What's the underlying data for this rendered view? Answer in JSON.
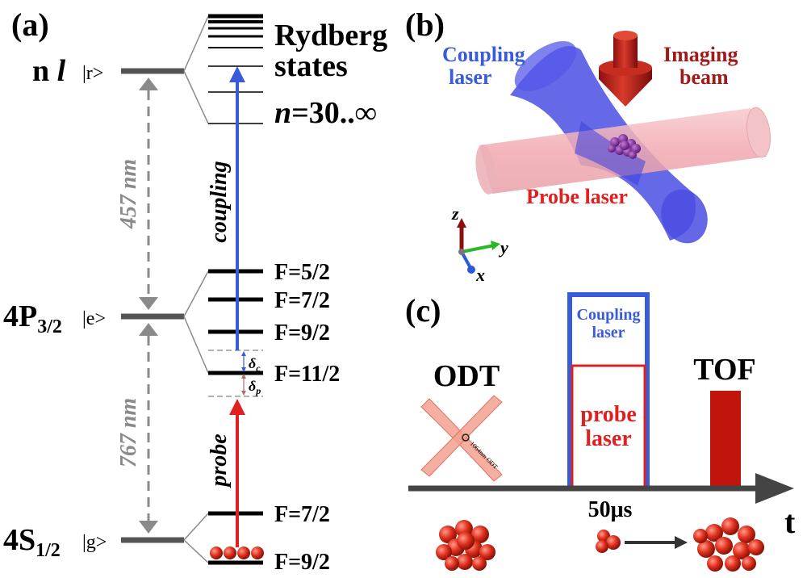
{
  "panel_a": {
    "label": "(a)",
    "rydberg_label_1": "Rydberg",
    "rydberg_label_2": "states",
    "n_range": "=30..∞",
    "n_symbol": "n",
    "level_r_main": "n ",
    "level_r_l": "l",
    "level_r_ket": "|r>",
    "level_e_main": "4P",
    "level_e_sub": "3/2",
    "level_e_ket": "|e>",
    "level_g_main": "4S",
    "level_g_sub": "1/2",
    "level_g_ket": "|g>",
    "wavelength_upper": "457 nm",
    "wavelength_lower": "767 nm",
    "coupling_text": "coupling",
    "probe_text": "probe",
    "delta_c": "δ",
    "delta_c_sub": "c",
    "delta_p": "δ",
    "delta_p_sub": "p",
    "hyperfine_e": [
      "F=5/2",
      "F=7/2",
      "F=9/2",
      "F=11/2"
    ],
    "hyperfine_g": [
      "F=7/2",
      "F=9/2"
    ],
    "colors": {
      "coupling": "#3a5bd9",
      "probe": "#e02020",
      "gray": "#888888",
      "level": "#555555"
    }
  },
  "panel_b": {
    "label": "(b)",
    "coupling_1": "Coupling",
    "coupling_2": "laser",
    "imaging_1": "Imaging",
    "imaging_2": "beam",
    "probe": "Probe laser",
    "axis_z": "z",
    "axis_y": "y",
    "axis_x": "x"
  },
  "panel_c": {
    "label": "(c)",
    "odt": "ODT",
    "odt_small": "1064nm ODT",
    "tof": "TOF",
    "coupling_1": "Coupling",
    "coupling_2": "laser",
    "probe_1": "probe",
    "probe_2": "laser",
    "duration": "50μs",
    "time": "t"
  }
}
